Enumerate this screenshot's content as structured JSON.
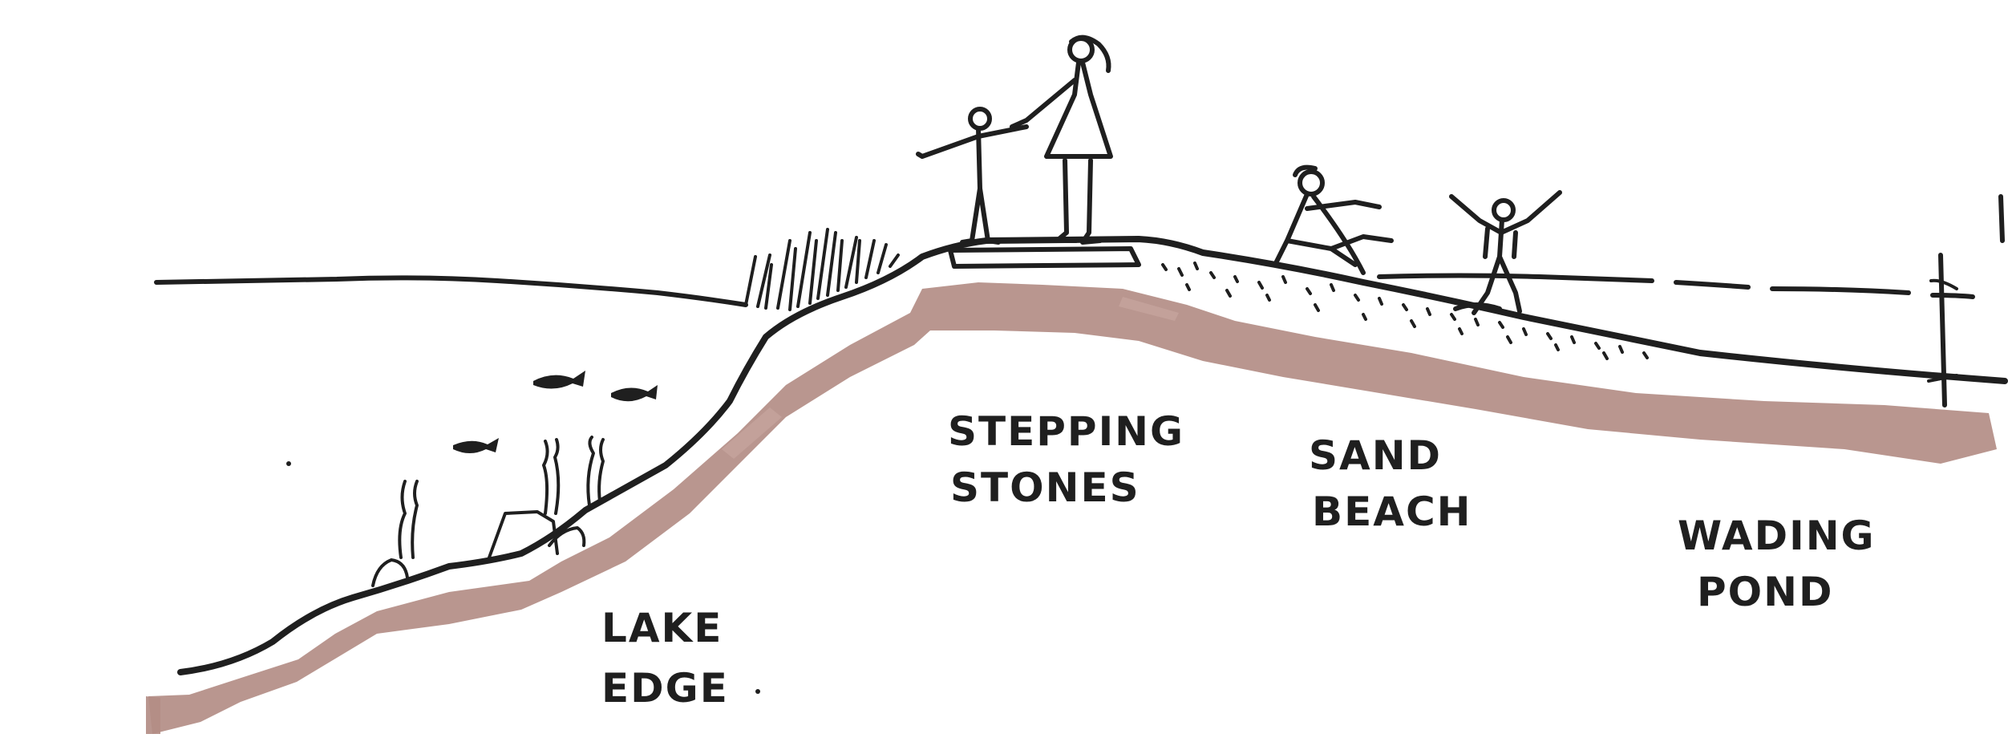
{
  "labels": {
    "lake_edge_1": "LAKE",
    "lake_edge_2": "EDGE",
    "stepping_1": "STEPPING",
    "stepping_2": "STONES",
    "sand_1": "SAND",
    "sand_2": "BEACH",
    "wading_1": "WADING",
    "wading_2": "POND"
  },
  "colors": {
    "ink": "#1f1f1f",
    "clay_liner": "#b38d86",
    "background": "#ffffff"
  },
  "icons": [
    "fish-icon",
    "person-icon",
    "grass-icon",
    "reed-icon"
  ]
}
